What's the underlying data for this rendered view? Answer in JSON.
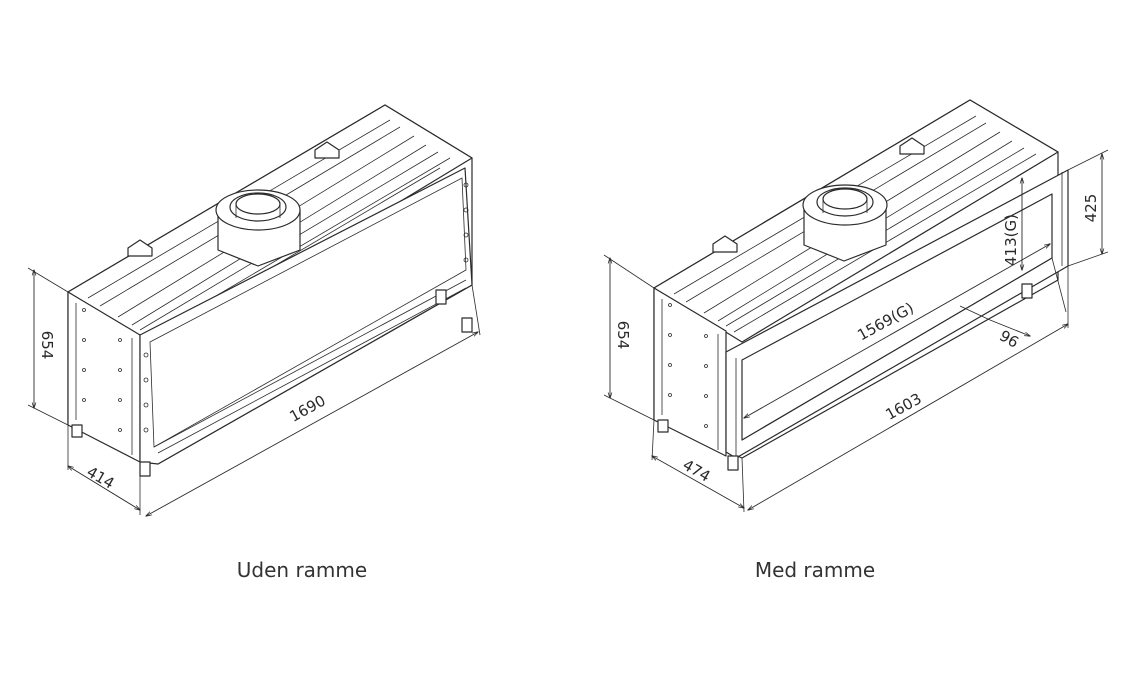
{
  "figures": [
    {
      "caption": "Uden ramme",
      "dimensions": {
        "height": "654",
        "depth": "414",
        "width": "1690"
      }
    },
    {
      "caption": "Med ramme",
      "dimensions": {
        "height": "654",
        "depth": "474",
        "width": "1603",
        "glass_width": "1569(G)",
        "glass_height": "413(G)",
        "frame_height": "425",
        "frame_depth": "96"
      }
    }
  ],
  "colors": {
    "line": "#2b2b2b",
    "background": "#ffffff",
    "text": "#333333"
  }
}
